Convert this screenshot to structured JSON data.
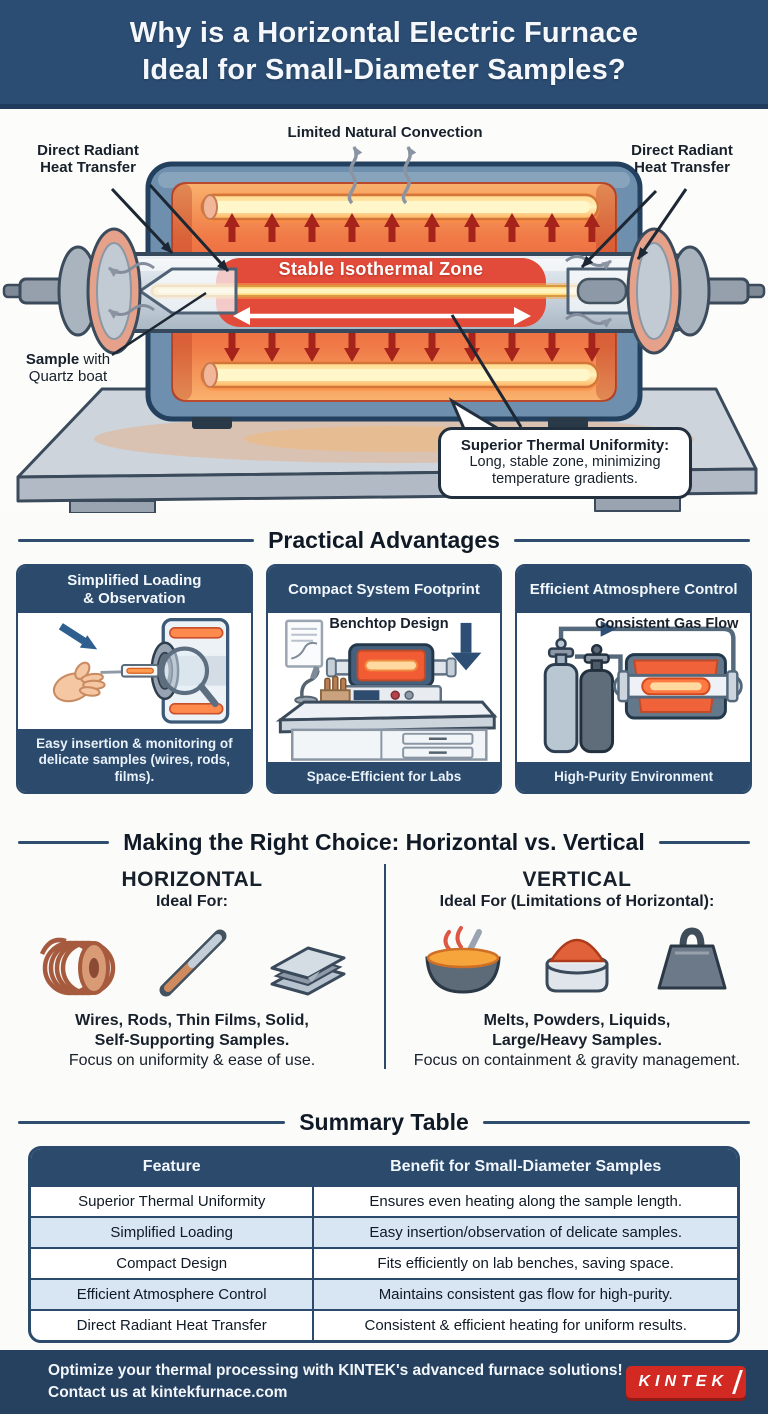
{
  "colors": {
    "navy": "#2b4a6c",
    "title_navy": "#2c4d73",
    "footer_navy": "#26415f",
    "logo_red": "#d22a23",
    "table_row_blue": "#d8e6f3",
    "heat_orange": "#ef6b40",
    "zone_red": "#e24a3a"
  },
  "header": {
    "title": "Why is a Horizontal Electric Furnace\nIdeal for Small-Diameter Samples?"
  },
  "diagram": {
    "label_convection": "Limited Natural Convection",
    "label_radiant_left": "Direct Radiant\nHeat Transfer",
    "label_radiant_right": "Direct Radiant\nHeat Transfer",
    "label_sample_bold": "Sample",
    "label_sample_rest": " with\nQuartz boat",
    "label_zone": "Stable Isothermal Zone",
    "callout_title": "Superior Thermal Uniformity:",
    "callout_body": "Long, stable zone, minimizing\ntemperature gradients."
  },
  "advantages": {
    "section_title": "Practical Advantages",
    "cards": [
      {
        "header": "Simplified Loading\n& Observation",
        "footer": "Easy insertion & monitoring of\ndelicate samples (wires, rods, films)."
      },
      {
        "header": "Compact System Footprint",
        "inner_label": "Benchtop Design",
        "footer": "Space-Efficient for Labs"
      },
      {
        "header": "Efficient Atmosphere Control",
        "inner_label": "Consistent Gas Flow",
        "footer": "High-Purity Environment"
      }
    ]
  },
  "choice": {
    "section_title": "Making the Right Choice: Horizontal vs. Vertical",
    "left": {
      "title": "HORIZONTAL",
      "subtitle": "Ideal For:",
      "bold_text": "Wires, Rods, Thin Films, Solid,\nSelf-Supporting Samples.",
      "normal_text": "Focus on uniformity & ease of use.",
      "icons": [
        "wire-coil-icon",
        "rod-icon",
        "thin-films-icon"
      ]
    },
    "right": {
      "title": "VERTICAL",
      "subtitle": "Ideal For (Limitations of Horizontal):",
      "bold_text": "Melts, Powders, Liquids,\nLarge/Heavy Samples.",
      "normal_text": "Focus on containment & gravity management.",
      "icons": [
        "crucible-melt-icon",
        "powder-icon",
        "weight-icon"
      ]
    }
  },
  "summary": {
    "section_title": "Summary Table",
    "columns": [
      "Feature",
      "Benefit for Small-Diameter Samples"
    ],
    "rows": [
      [
        "Superior Thermal Uniformity",
        "Ensures even heating along the sample length."
      ],
      [
        "Simplified Loading",
        "Easy insertion/observation of delicate samples."
      ],
      [
        "Compact Design",
        "Fits efficiently on lab benches, saving space."
      ],
      [
        "Efficient Atmosphere Control",
        "Maintains consistent gas flow for high-purity."
      ],
      [
        "Direct Radiant Heat Transfer",
        "Consistent & efficient heating for uniform results."
      ]
    ]
  },
  "footer": {
    "line1": "Optimize your thermal processing with KINTEK's advanced furnace solutions!",
    "line2_prefix": "Contact us at ",
    "line2_link": "kintekfurnace.com",
    "logo_text": "KINTEK"
  }
}
